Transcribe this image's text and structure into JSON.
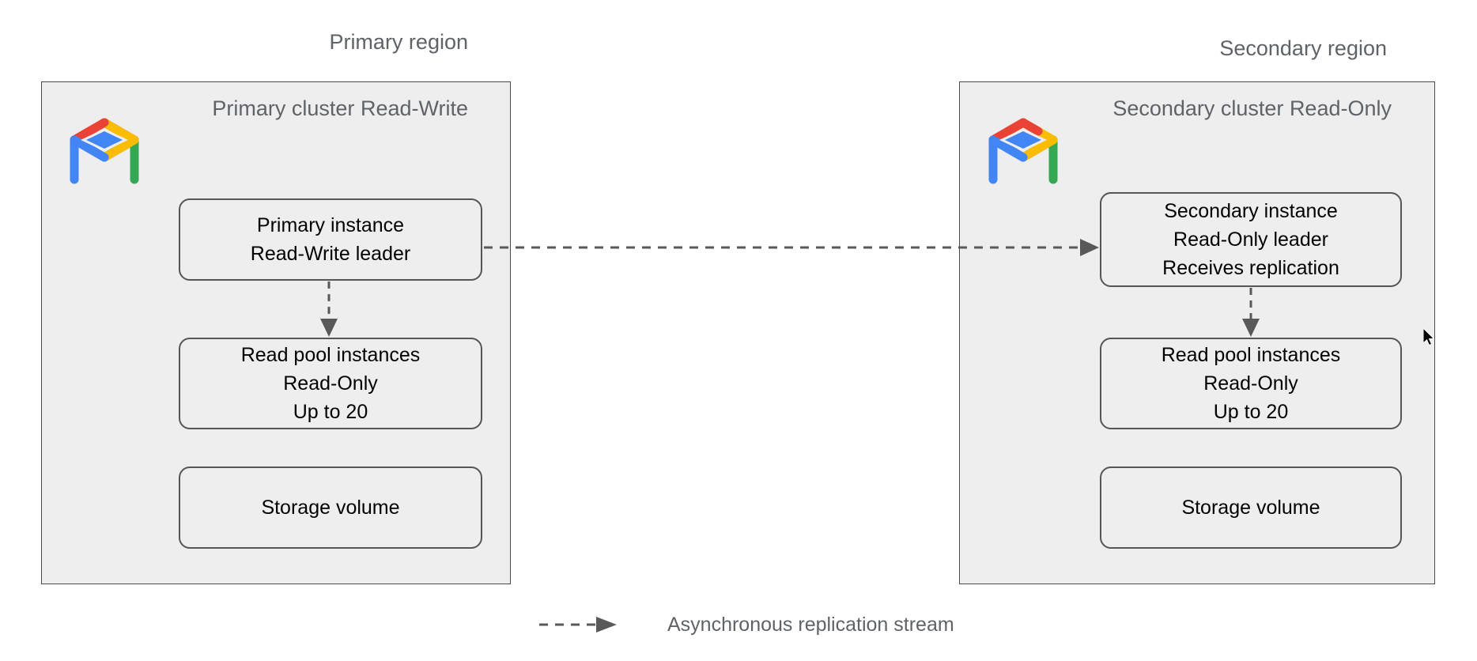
{
  "diagram": {
    "title_primary_region": "Primary region",
    "title_secondary_region": "Secondary region",
    "background_color": "#ffffff",
    "cluster_fill": "#eeeeee",
    "cluster_border": "#4a4a4a",
    "node_border": "#555555",
    "label_color": "#5f6368",
    "node_text_color": "#000000",
    "arrow_color": "#595959"
  },
  "logo": {
    "name": "alloydb-logo",
    "colors": {
      "red": "#ea4335",
      "yellow": "#fbbc04",
      "blue": "#4285f4",
      "green": "#34a853",
      "center": "#4285f4"
    }
  },
  "primary": {
    "region_label": "Primary region",
    "cluster_label_line1": "Primary cluster",
    "cluster_label_line2": "Read-Write",
    "nodes": [
      {
        "name": "primary-instance",
        "lines": [
          "Primary instance",
          "Read-Write leader"
        ]
      },
      {
        "name": "read-pool-instances",
        "lines": [
          "Read pool instances",
          "Read-Only",
          "Up to 20"
        ]
      },
      {
        "name": "storage-volume",
        "lines": [
          "Storage volume"
        ]
      }
    ]
  },
  "secondary": {
    "region_label": "Secondary region",
    "cluster_label_line1": "Secondary cluster",
    "cluster_label_line2": "Read-Only",
    "nodes": [
      {
        "name": "secondary-instance",
        "lines": [
          "Secondary instance",
          "Read-Only leader",
          "Receives replication"
        ]
      },
      {
        "name": "read-pool-instances",
        "lines": [
          "Read pool instances",
          "Read-Only",
          "Up to 20"
        ]
      },
      {
        "name": "storage-volume",
        "lines": [
          "Storage volume"
        ]
      }
    ]
  },
  "legend": {
    "label": "Asynchronous replication stream",
    "line_style": "dashed",
    "arrow": "filled-triangle"
  }
}
